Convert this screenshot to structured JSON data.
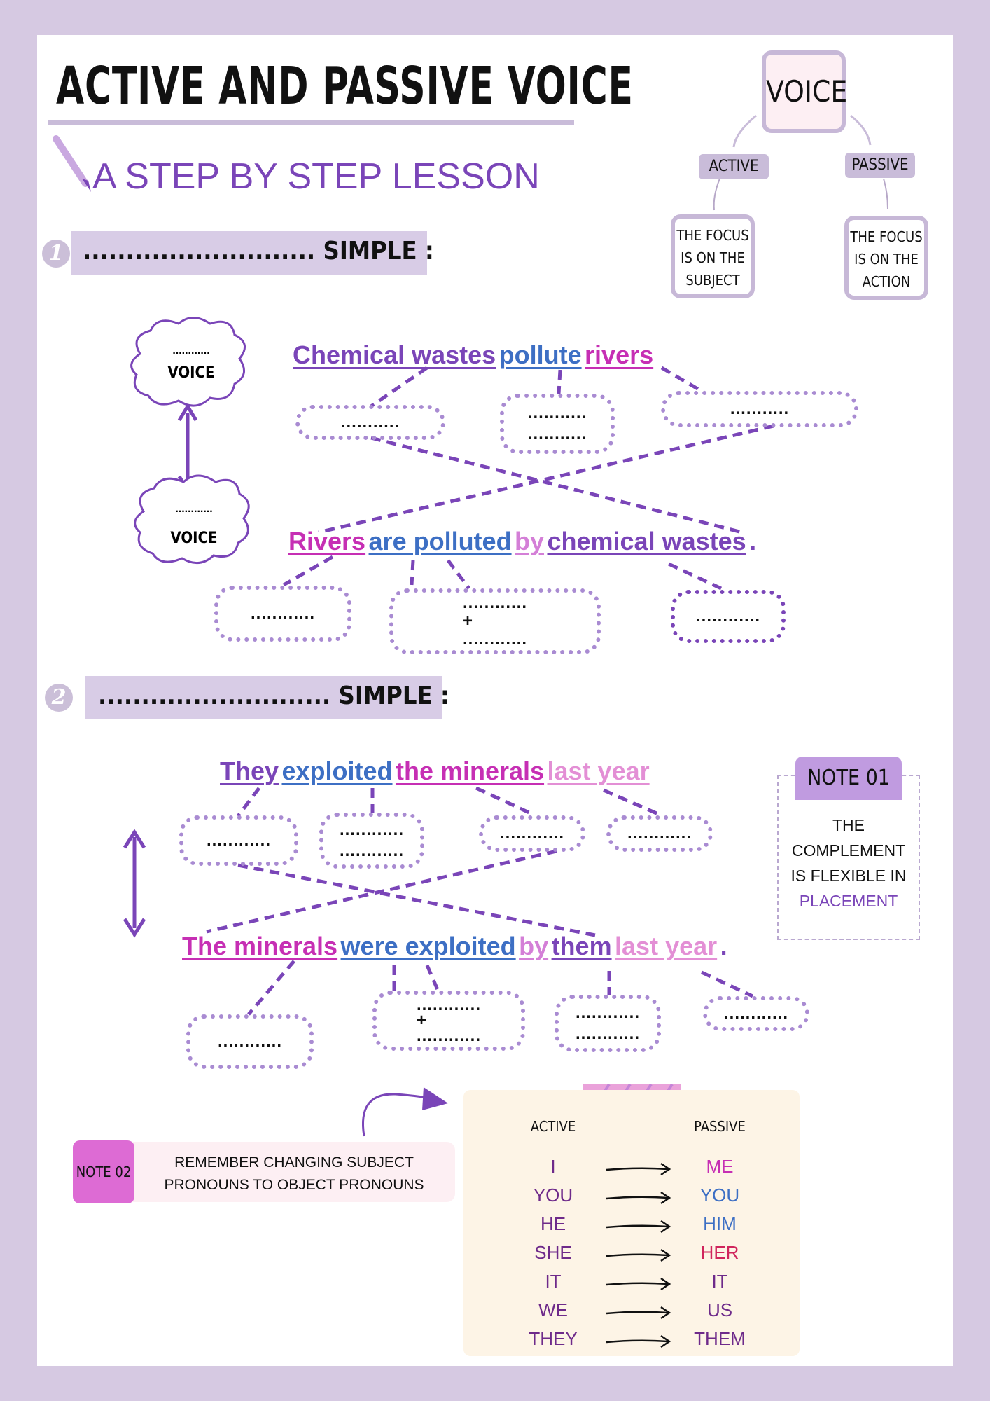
{
  "header": {
    "title": "ACTIVE AND PASSIVE VOICE",
    "subtitle": "A STEP BY STEP LESSON"
  },
  "voice_map": {
    "root": "VOICE",
    "active_label": "ACTIVE",
    "passive_label": "PASSIVE",
    "active_desc_lines": [
      "THE FOCUS",
      "IS ON THE",
      "SUBJECT"
    ],
    "passive_desc_lines": [
      "THE FOCUS",
      "IS ON THE",
      "ACTION"
    ]
  },
  "section1": {
    "number": "1",
    "heading": "........................... SIMPLE :",
    "cloud_top": {
      "blank": "............",
      "label": "VOICE"
    },
    "cloud_bottom": {
      "blank": "............",
      "label": "VOICE"
    },
    "active": {
      "subject": "Chemical wastes",
      "verb": "pollute",
      "object": "rivers"
    },
    "active_blanks": [
      "...........",
      "...........\n...........",
      "..........."
    ],
    "passive": {
      "subject": "Rivers",
      "verb": "are polluted",
      "by": "by",
      "agent": "chemical wastes",
      "end": "."
    },
    "passive_blanks": [
      "............",
      "............\n+\n............",
      "............"
    ]
  },
  "section2": {
    "number": "2",
    "heading": "........................... SIMPLE :",
    "active": {
      "subject": "They",
      "verb": "exploited",
      "object": "the minerals",
      "time": "last year"
    },
    "active_blanks": [
      "............",
      "............\n............",
      "............",
      "............"
    ],
    "passive": {
      "subject": "The minerals",
      "verb": "were exploited",
      "by": "by",
      "agent": "them",
      "time": "last year",
      "end": "."
    },
    "passive_blanks": [
      "............",
      "............\n+\n............",
      "............\n............",
      "............"
    ]
  },
  "note01": {
    "label": "NOTE 01",
    "line1": "THE",
    "line2": "COMPLEMENT",
    "line3": "IS FLEXIBLE IN",
    "highlight": "PLACEMENT"
  },
  "note02": {
    "label": "NOTE 02",
    "text_line1": "REMEMBER CHANGING SUBJECT",
    "text_line2": "PRONOUNS TO OBJECT PRONOUNS"
  },
  "pronouns": {
    "active_header": "ACTIVE",
    "passive_header": "PASSIVE",
    "rows": [
      {
        "active": "I",
        "passive": "ME",
        "color": "#c62fb4"
      },
      {
        "active": "YOU",
        "passive": "YOU",
        "color": "#3d6fc4"
      },
      {
        "active": "HE",
        "passive": "HIM",
        "color": "#3d6fc4"
      },
      {
        "active": "SHE",
        "passive": "HER",
        "color": "#d0245c"
      },
      {
        "active": "IT",
        "passive": "IT",
        "color": "#6e2a8a"
      },
      {
        "active": "WE",
        "passive": "US",
        "color": "#6e2a8a"
      },
      {
        "active": "THEY",
        "passive": "THEM",
        "color": "#6e2a8a"
      }
    ]
  },
  "colors": {
    "purple": "#7a45b8",
    "blue": "#3d6fc4",
    "magenta": "#c62fb4",
    "lilac": "#c9bcd9",
    "pink": "#e38fd5"
  }
}
